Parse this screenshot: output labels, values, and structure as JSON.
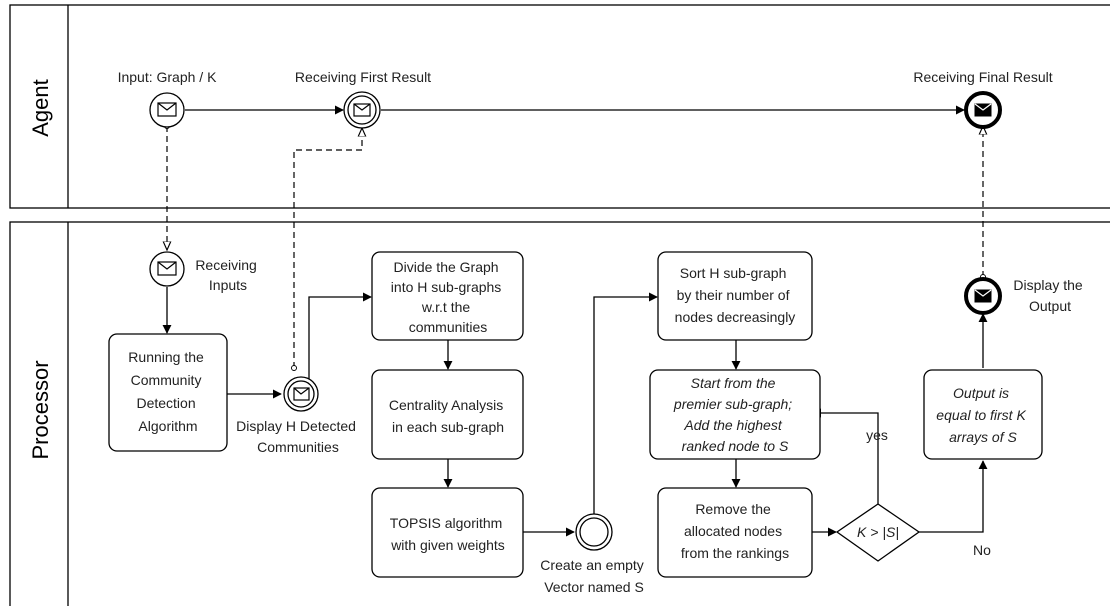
{
  "lanes": {
    "agent": "Agent",
    "processor": "Processor"
  },
  "agent": {
    "input": "Input: Graph / K",
    "first_result": "Receiving First Result",
    "final_result": "Receiving Final Result"
  },
  "processor": {
    "receiving_inputs": [
      "Receiving",
      "Inputs"
    ],
    "running": [
      "Running the",
      "Community",
      "Detection",
      "Algorithm"
    ],
    "display_detected": [
      "Display H Detected",
      "Communities"
    ],
    "divide": [
      "Divide the Graph",
      "into H sub-graphs",
      "w.r.t the",
      "communities"
    ],
    "centrality": [
      "Centrality Analysis",
      "in each sub-graph"
    ],
    "topsis": [
      "TOPSIS algorithm",
      "with given weights"
    ],
    "create_vector": [
      "Create an empty",
      "Vector named S"
    ],
    "sort": [
      "Sort H sub-graph",
      "by their number of",
      "nodes decreasingly"
    ],
    "start_from": [
      "Start from the",
      "premier sub-graph;",
      "Add the highest",
      "ranked node to S"
    ],
    "remove": [
      "Remove the",
      "allocated nodes",
      "from the rankings"
    ],
    "gateway": "K > |S|",
    "yes": "yes",
    "no": "No",
    "output_equal": [
      "Output is",
      "equal to first K",
      "arrays of S"
    ],
    "display_output": [
      "Display the",
      "Output"
    ]
  }
}
